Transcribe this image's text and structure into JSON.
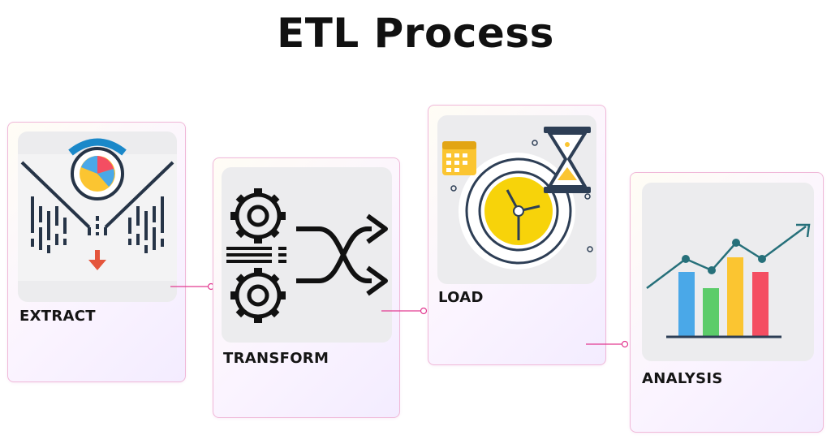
{
  "title": "ETL Process",
  "steps": [
    {
      "label": "EXTRACT",
      "icon": "funnel-pie-chart-icon"
    },
    {
      "label": "TRANSFORM",
      "icon": "gears-shuffle-icon"
    },
    {
      "label": "LOAD",
      "icon": "gear-clock-hourglass-icon"
    },
    {
      "label": "ANALYSIS",
      "icon": "bar-chart-trend-icon"
    }
  ],
  "colors": {
    "card_border": "#f0b8d8",
    "connector": "#e23a91",
    "panel_bg": "#ececee",
    "blue": "#4aa8e8",
    "green": "#5ccc6a",
    "yellow": "#fbc531",
    "red": "#f44e62",
    "teal": "#26707a",
    "navy": "#2d3e55"
  }
}
